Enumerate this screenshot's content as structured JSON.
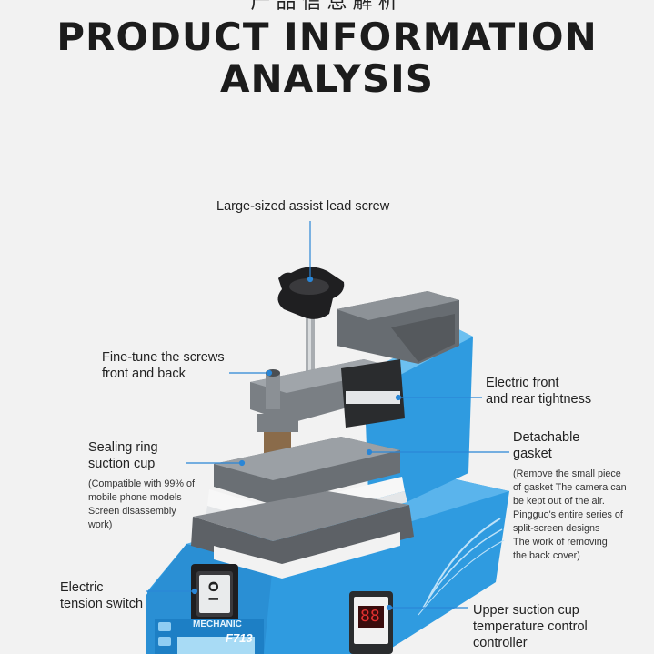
{
  "header": {
    "chinese_title": "产品信息解析",
    "title_line1": "PRODUCT INFORMATION",
    "title_line2": "ANALYSIS"
  },
  "device": {
    "brand": "MECHANIC",
    "model": "F713",
    "switch_label": "I O",
    "display_value": "88"
  },
  "labels": {
    "lead_screw": "Large-sized assist lead screw",
    "fine_tune_line1": "Fine-tune the screws",
    "fine_tune_line2": "front and back",
    "electric_front_line1": "Electric front",
    "electric_front_line2": "and rear tightness",
    "sealing_line1": "Sealing ring",
    "sealing_line2": "suction cup",
    "sealing_note": [
      "(Compatible with 99% of",
      "mobile phone models",
      "Screen disassembly",
      "work)"
    ],
    "gasket_line1": "Detachable",
    "gasket_line2": "gasket",
    "gasket_note": [
      "(Remove the small piece",
      "of gasket The camera can",
      "be kept out of the air.",
      "Pingguo's entire series of",
      "split-screen designs",
      "The work of removing",
      "the back cover)"
    ],
    "switch_line1": "Electric",
    "switch_line2": "tension switch",
    "temp_line1": "Upper suction cup",
    "temp_line2": "temperature control",
    "temp_line3": "controller"
  },
  "colors": {
    "accent_line": "#2a86d6",
    "body_blue": "#2f9be0",
    "metal_gray": "#6e7378"
  }
}
